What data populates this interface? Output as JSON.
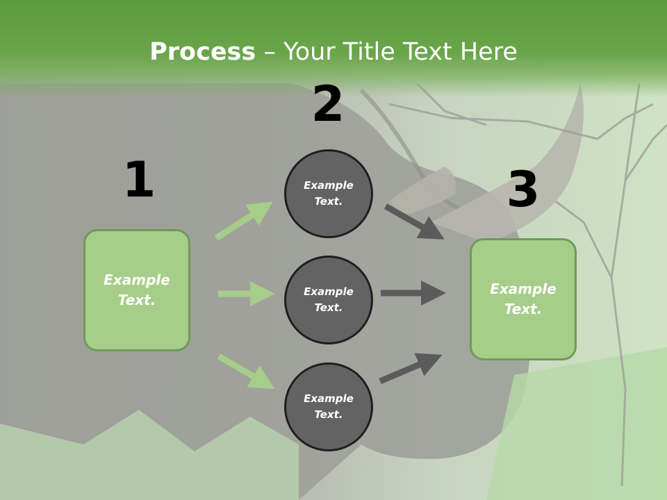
{
  "title": {
    "bold": "Process",
    "rest": " – Your Title Text Here"
  },
  "steps": {
    "one": "1",
    "two": "2",
    "three": "3"
  },
  "nodes": {
    "left_box": [
      "Example",
      "Text."
    ],
    "circle_top": [
      "Example",
      "Text."
    ],
    "circle_middle": [
      "Example",
      "Text."
    ],
    "circle_bottom": [
      "Example",
      "Text."
    ],
    "right_box": [
      "Example",
      "Text."
    ]
  },
  "colors": {
    "header_green": "#63a045",
    "box_fill": "#a6cd89",
    "box_border": "#6f9a58",
    "circle_fill": "#636363",
    "circle_border": "#1e1e1e",
    "arrow_green": "#a6cd89",
    "arrow_dark": "#5b5b5b"
  }
}
